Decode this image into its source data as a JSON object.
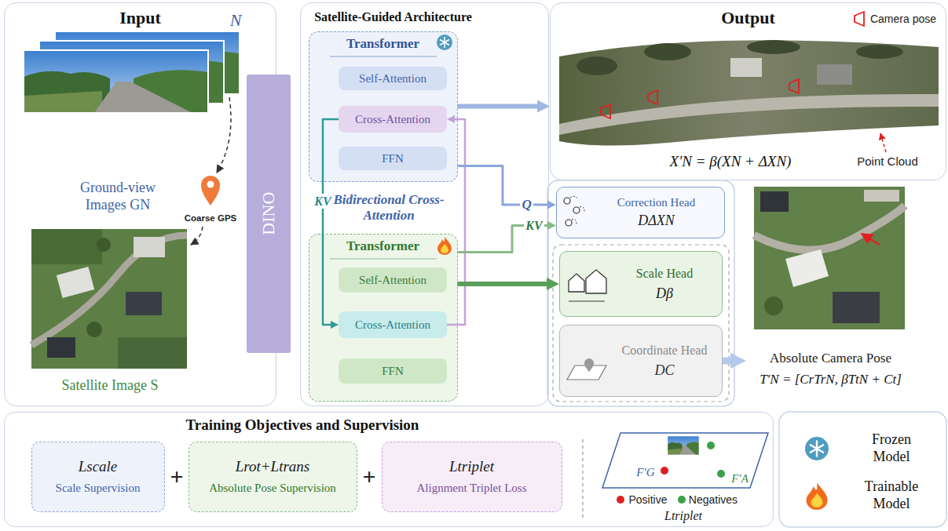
{
  "diagram": {
    "nodes": [
      {
        "text": [
          "Input"
        ]
      },
      {
        "text": [
          "DINO"
        ]
      },
      {
        "text": [
          "Satellite-Guided Architecture"
        ]
      },
      {
        "text": [
          "Transformer"
        ],
        "in": 2
      },
      {
        "text": [
          "Self-Attention"
        ],
        "in": 3
      },
      {
        "text": [
          "Cross-Attention"
        ],
        "in": 3
      },
      {
        "text": [
          "FFN"
        ],
        "in": 3
      },
      {
        "text": [
          "Transformer"
        ],
        "in": 2
      },
      {
        "text": [
          "Self-Attention"
        ],
        "in": 7
      },
      {
        "text": [
          "Cross-Attention"
        ],
        "in": 7
      },
      {
        "text": [
          "FFN"
        ],
        "in": 7
      },
      {
        "text": [
          "Output"
        ]
      },
      {
        "text": [
          "Correction Head",
          "DΔXN"
        ]
      },
      {
        "text": [
          "Scale Head",
          "Dβ"
        ]
      },
      {
        "text": [
          "Coordinate Head",
          "DC"
        ]
      },
      {
        "text": [
          "Absolute Camera Pose",
          "T′N = [CrTrN, βTtN + Ct]"
        ]
      },
      {
        "text": [
          "Training Objectives and Supervision"
        ]
      },
      {
        "text": [
          "Lscale",
          "Scale Supervision"
        ],
        "in": 16
      },
      {
        "text": [
          "Lrot+Ltrans",
          "Absolute Pose Supervision"
        ],
        "in": 16
      },
      {
        "text": [
          "Ltriplet",
          "Alignment Triplet Loss"
        ],
        "in": 16
      }
    ],
    "edges": [
      {
        "from": 3,
        "to": 11,
        "arrow": "to"
      },
      {
        "from": 5,
        "to": 9,
        "label": "KV",
        "arrow": "to"
      },
      {
        "from": 9,
        "to": 5,
        "arrow": "to"
      },
      {
        "from": 3,
        "to": 12,
        "label": "Q",
        "arrow": "to"
      },
      {
        "from": 7,
        "to": 12,
        "label": "KV",
        "arrow": "to"
      },
      {
        "from": 7,
        "to": 13,
        "arrow": "to"
      },
      {
        "from": 14,
        "to": 15,
        "arrow": "to"
      }
    ],
    "labels": [
      "N",
      "Ground-view Images GN",
      "Coarse GPS",
      "Satellite Image S",
      "Bidirectional Cross-Attention",
      "Camera pose",
      "X′N = β(XN + ΔXN)",
      "Point Cloud",
      "+",
      "+",
      "F′G",
      "F′A",
      "Positive",
      "Negatives",
      "Ltriplet"
    ],
    "legend": [
      {
        "text": "Frozen Model"
      },
      {
        "text": "Trainable Model"
      }
    ]
  }
}
